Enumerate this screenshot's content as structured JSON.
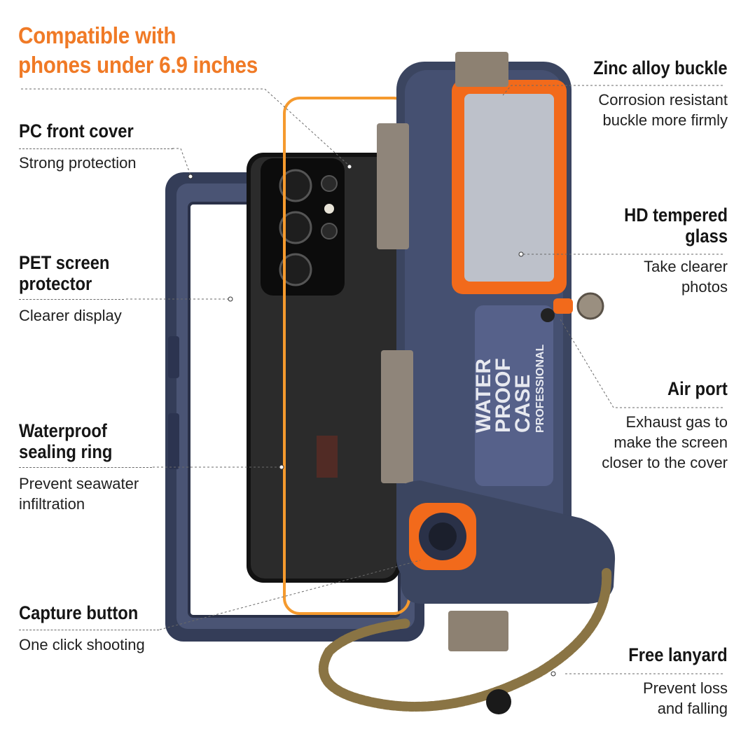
{
  "headline": {
    "line1": "Compatible with",
    "line2": "phones under 6.9 inches"
  },
  "labels": {
    "pc_front_cover": {
      "title": "PC front cover",
      "desc": "Strong protection"
    },
    "pet_screen": {
      "title_line1": "PET screen",
      "title_line2": "protector",
      "desc": "Clearer display"
    },
    "sealing_ring": {
      "title_line1": "Waterproof",
      "title_line2": "sealing ring",
      "desc_line1": "Prevent seawater",
      "desc_line2": "infiltration"
    },
    "capture_button": {
      "title": "Capture button",
      "desc": "One click shooting"
    },
    "zinc_buckle": {
      "title": "Zinc alloy buckle",
      "desc_line1": "Corrosion resistant",
      "desc_line2": "buckle more firmly"
    },
    "hd_glass": {
      "title_line1": "HD tempered",
      "title_line2": "glass",
      "desc_line1": "Take clearer",
      "desc_line2": "photos"
    },
    "air_port": {
      "title": "Air port",
      "desc_line1": "Exhaust gas to",
      "desc_line2": "make the screen",
      "desc_line3": "closer to the cover"
    },
    "lanyard": {
      "title": "Free lanyard",
      "desc_line1": "Prevent loss",
      "desc_line2": "and falling"
    }
  },
  "case_print": {
    "line1": "WATER",
    "line2": "PROOF",
    "line3": "CASE",
    "line4": "PROFESSIONAL"
  },
  "colors": {
    "accent_orange": "#f07a26",
    "case_navy": "#3b4560",
    "lanyard_brown": "#8a7444"
  }
}
